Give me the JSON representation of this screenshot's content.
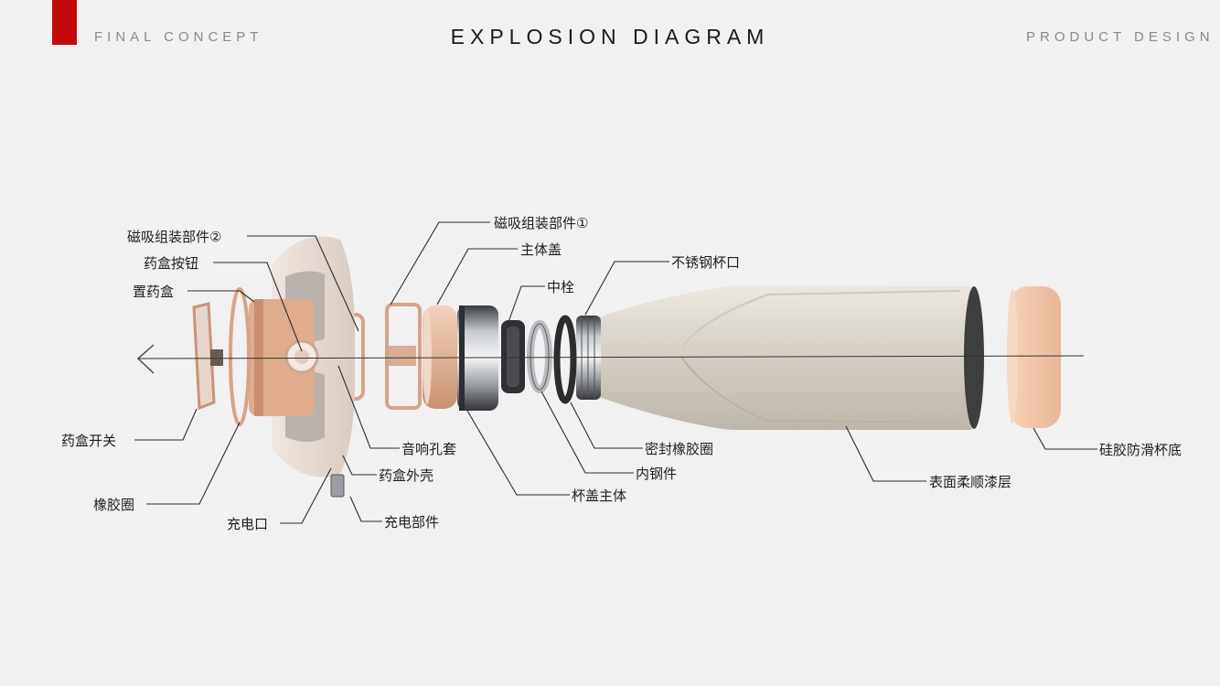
{
  "header": {
    "left": "FINAL CONCEPT",
    "title": "EXPLOSION DIAGRAM",
    "right": "PRODUCT DESIGN"
  },
  "colors": {
    "accent": "#c40a0a",
    "rose_gold": "#e0b296",
    "bottle": "#d8d2c8",
    "steel": "#8a8c90",
    "dark": "#2e3034",
    "pink_base": "#f0c4a8"
  },
  "labels": {
    "magnet_assembly_2": "磁吸组装部件②",
    "pill_box_button": "药盒按钮",
    "pill_box_holder": "置药盒",
    "pill_box_switch": "药盒开关",
    "rubber_ring": "橡胶圈",
    "charging_port": "充电口",
    "speaker_hole_cover": "音响孔套",
    "pill_box_shell": "药盒外壳",
    "charging_part": "充电部件",
    "magnet_assembly_1": "磁吸组装部件①",
    "main_cover": "主体盖",
    "middle_plug": "中栓",
    "stainless_cup_mouth": "不锈钢杯口",
    "seal_rubber_ring": "密封橡胶圈",
    "inner_steel_part": "内钢件",
    "cup_lid_body": "杯盖主体",
    "smooth_surface_coating": "表面柔顺漆层",
    "silicone_base": "硅胶防滑杯底"
  }
}
